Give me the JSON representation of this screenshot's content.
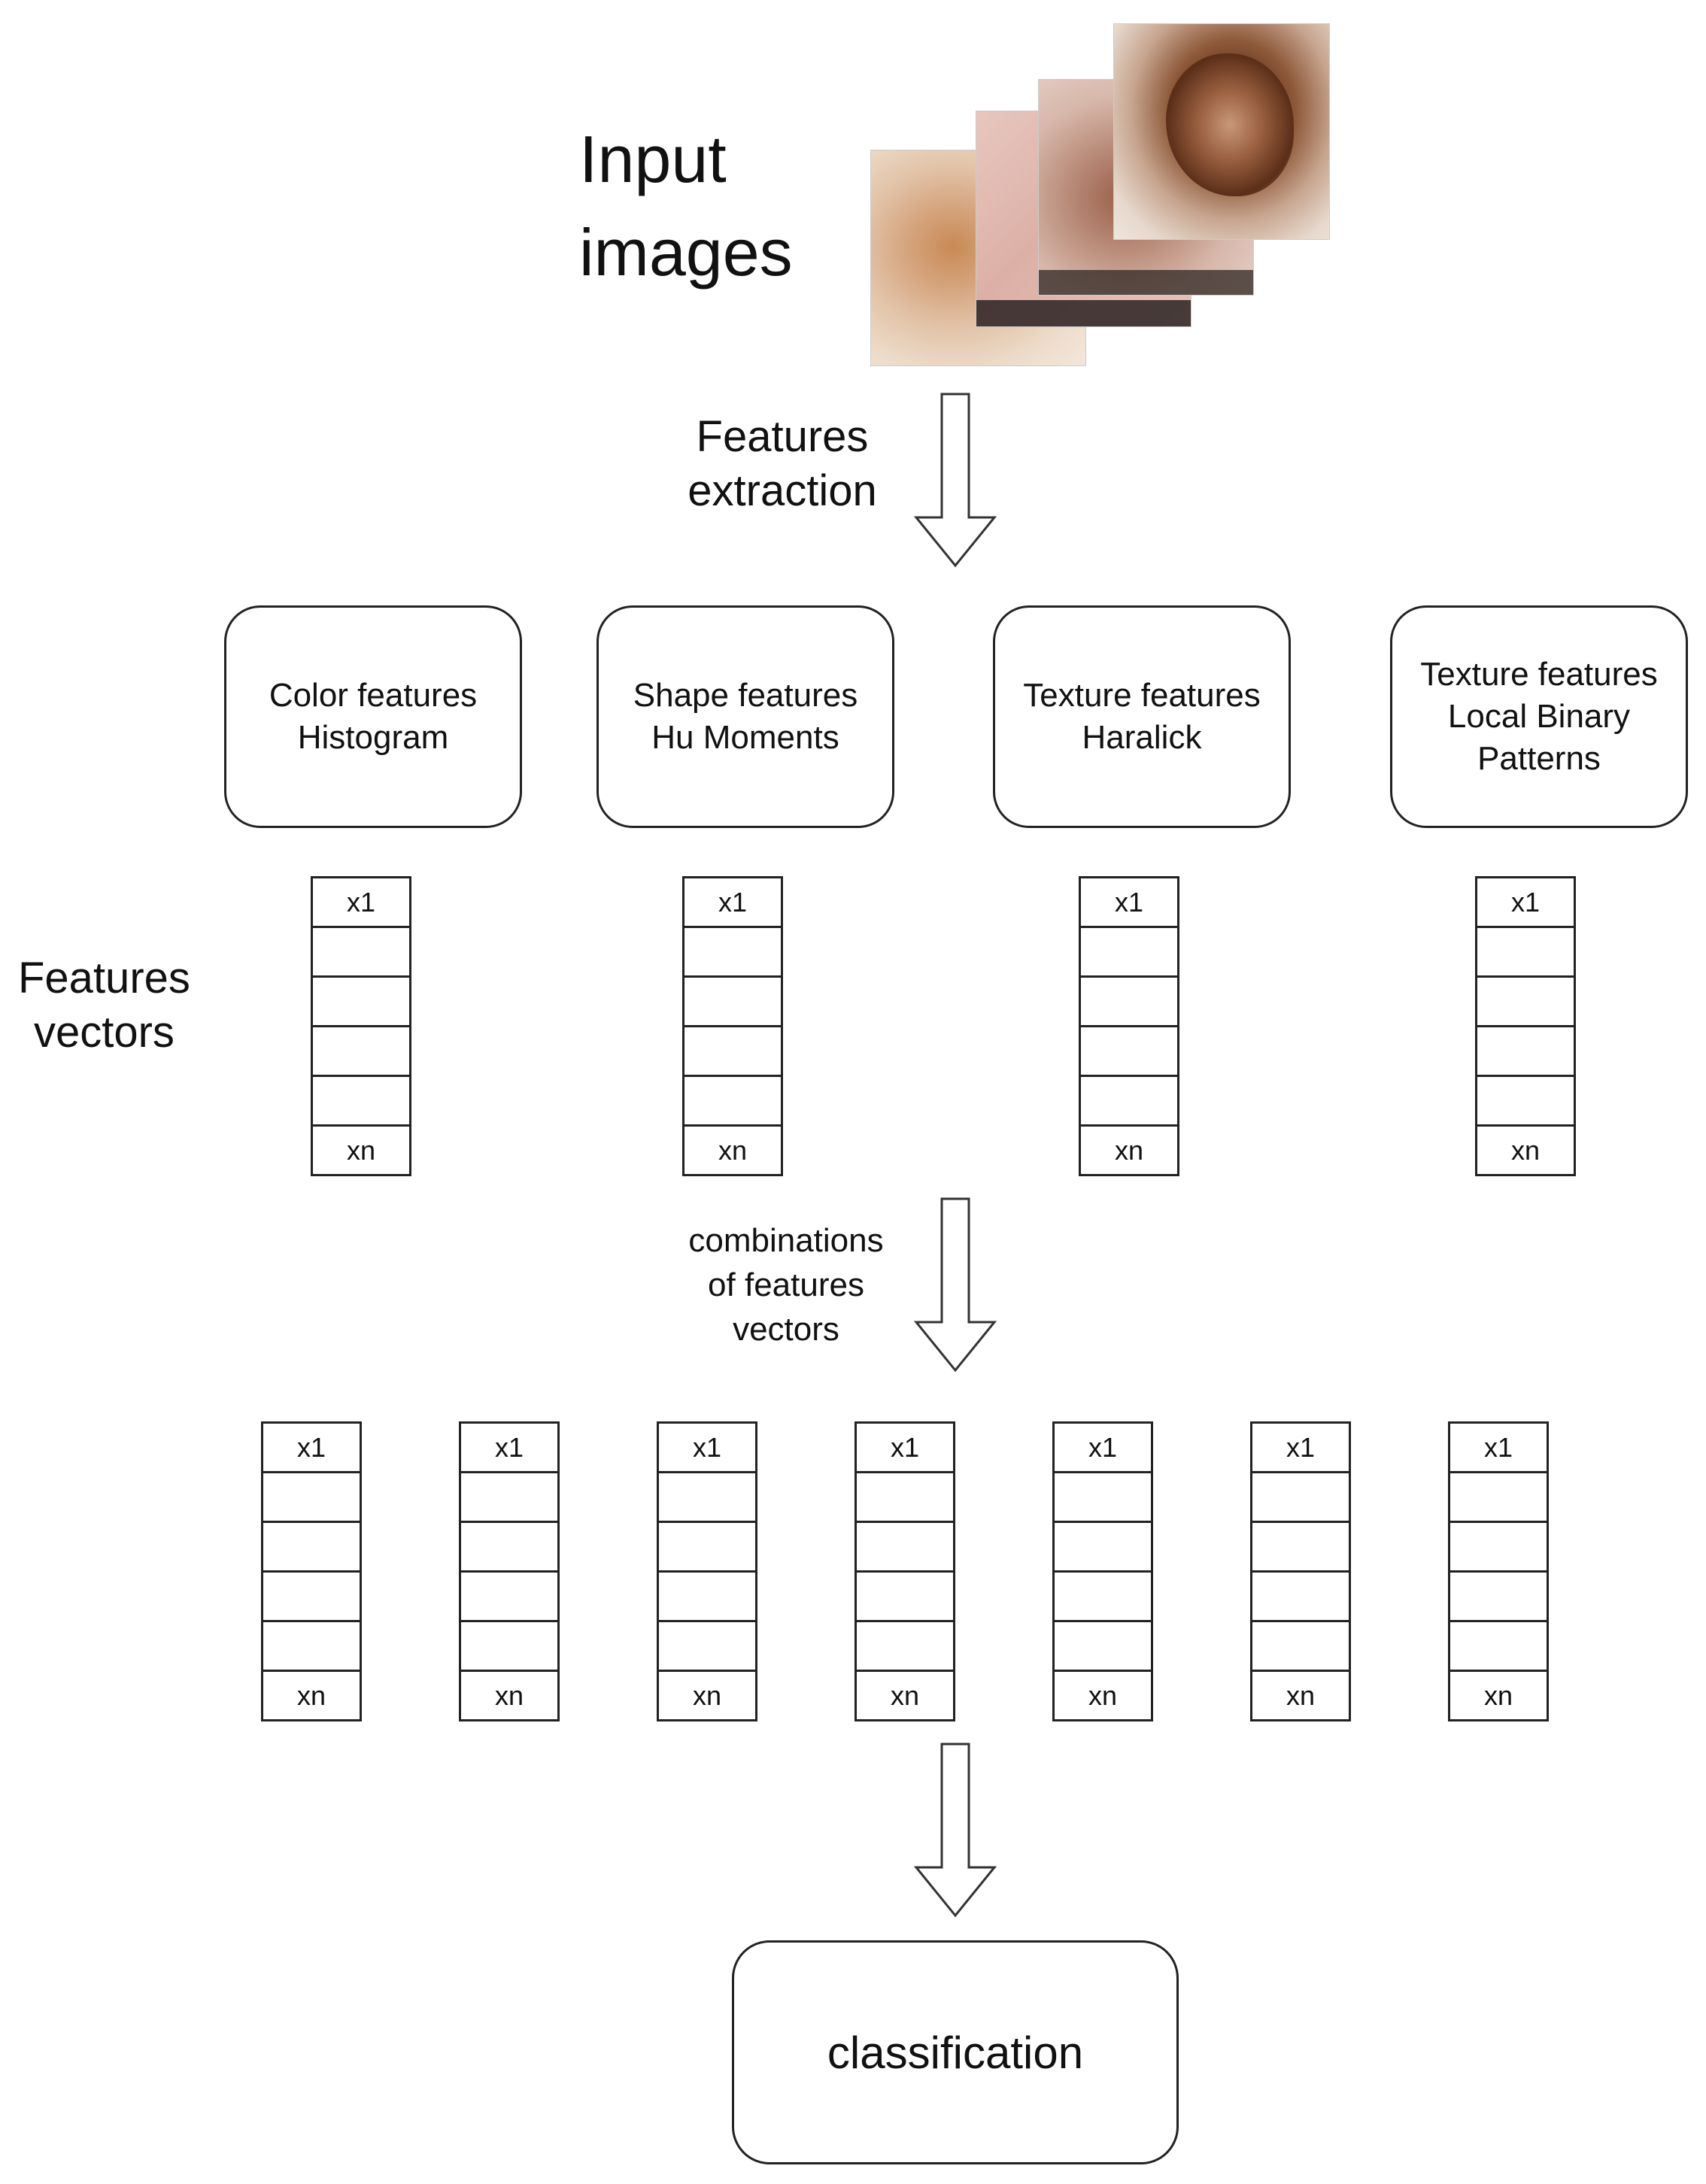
{
  "input": {
    "title_line1": "Input",
    "title_line2": "images"
  },
  "extraction_label": {
    "line1": "Features",
    "line2": "extraction"
  },
  "feature_types": [
    {
      "lines": [
        "Color features",
        "Histogram"
      ]
    },
    {
      "lines": [
        "Shape features",
        "Hu Moments"
      ]
    },
    {
      "lines": [
        "Texture features",
        "Haralick"
      ]
    },
    {
      "lines": [
        "Texture features",
        "Local Binary",
        "Patterns"
      ]
    }
  ],
  "vectors_label": {
    "line1": "Features",
    "line2": "vectors"
  },
  "vector_cells": {
    "first": "x1",
    "last": "xn"
  },
  "combinations_label": {
    "line1": "combinations",
    "line2": "of features",
    "line3": "vectors"
  },
  "combination_count": 7,
  "classification_label": "classification"
}
